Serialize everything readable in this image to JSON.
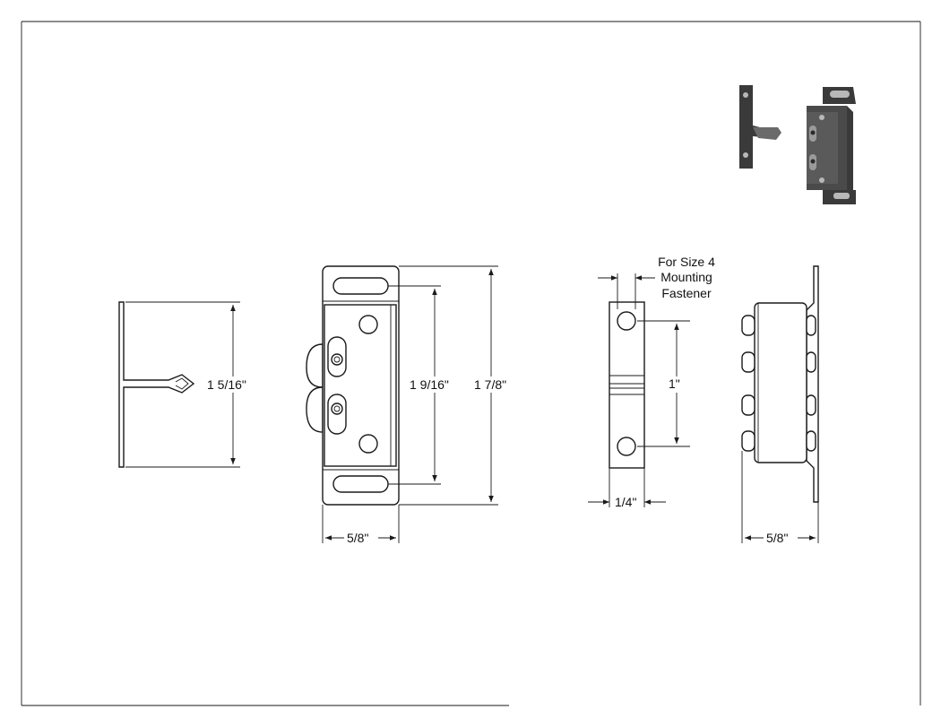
{
  "dimensions": {
    "catch_height": "1 5/16\"",
    "slot_spacing": "1 9/16\"",
    "overall_height": "1 7/8\"",
    "front_width": "5/8\"",
    "hole_spacing": "1\"",
    "plate_width": "1/4\"",
    "side_depth": "5/8\""
  },
  "notes": {
    "fastener_line1": "For Size 4",
    "fastener_line2": "Mounting",
    "fastener_line3": "Fastener"
  },
  "colors": {
    "line": "#1a1a1a",
    "photo_dark": "#3a3a3a",
    "photo_mid": "#6a6a6a",
    "photo_light": "#b8b8b8"
  },
  "icons": {
    "product_photo": "roller-catch-photo"
  }
}
